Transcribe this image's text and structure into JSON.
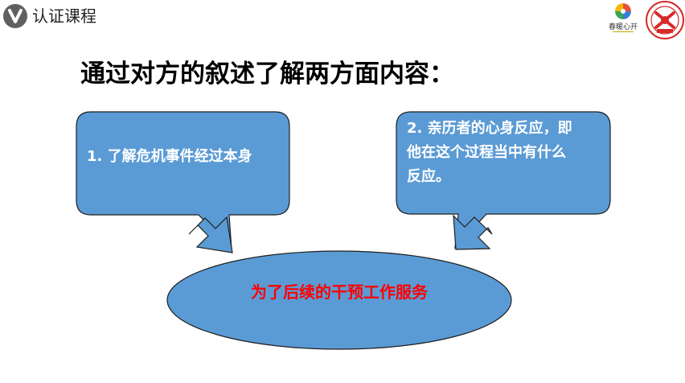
{
  "header": {
    "title": "认证课程",
    "brand_name": "春暖心开",
    "logo_icon": "v-logo-icon",
    "seal_icon": "seal-emblem-icon"
  },
  "main_title": "通过对方的叙述了解两方面内容：",
  "diagram": {
    "left_box": "1. 了解危机事件经过本身",
    "right_box_lines": [
      "2. 亲历者的心身反应，即",
      "他在这个过程当中有什么",
      "反应。"
    ],
    "oval": "为了后续的干预工作服务"
  },
  "colors": {
    "shape_fill": "#5b9bd5",
    "shape_stroke": "#1f1f1f",
    "oval_text": "#ff0000",
    "box_text": "#ffffff"
  }
}
